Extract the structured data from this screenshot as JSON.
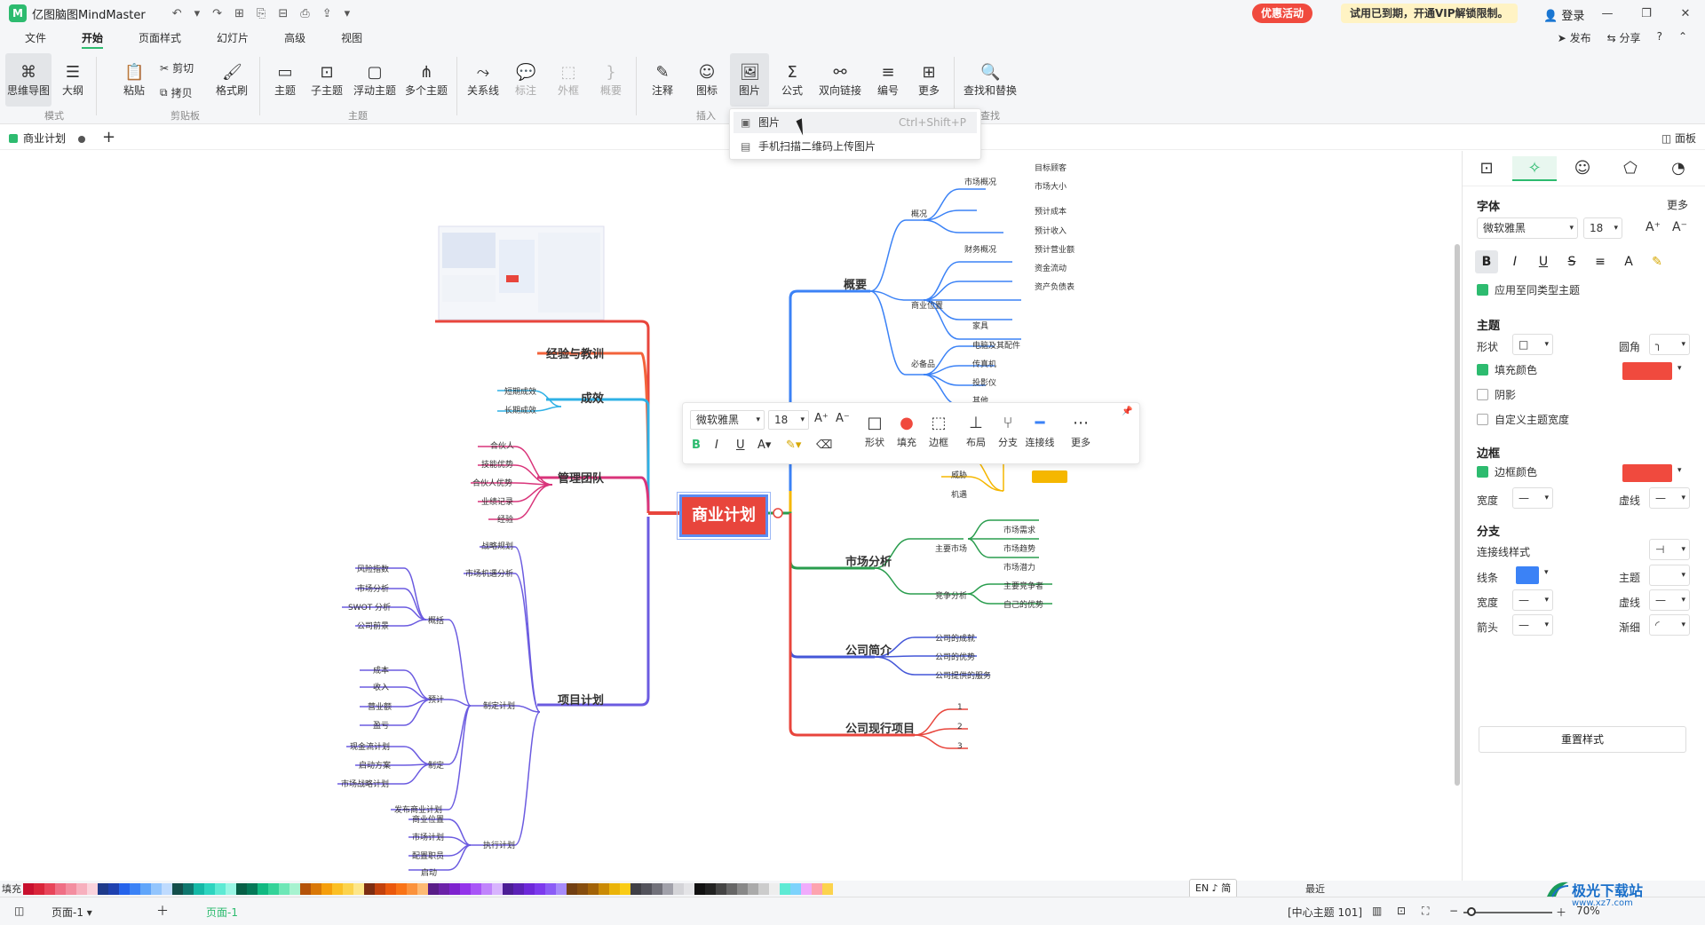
{
  "app": {
    "title": "亿图脑图MindMaster",
    "logo": "M"
  },
  "titlebar": {
    "quick_access": [
      "↶",
      "▾",
      "↷",
      "⊞",
      "⎘",
      "⊟",
      "⎙",
      "⇪",
      "▾"
    ],
    "promo": "优惠活动",
    "vip": "试用已到期，开通VIP解锁限制。",
    "login": "登录",
    "window_controls": [
      "—",
      "❐",
      "✕"
    ]
  },
  "menu": {
    "items": [
      "文件",
      "开始",
      "页面样式",
      "幻灯片",
      "高级",
      "视图"
    ],
    "active": "开始",
    "right": {
      "publish": "发布",
      "share": "分享",
      "help": "?"
    }
  },
  "ribbon": {
    "mode": {
      "mindmap": "思维导图",
      "outline": "大纲",
      "group": "模式"
    },
    "clipboard": {
      "paste": "粘贴",
      "cut": "剪切",
      "copy": "拷贝",
      "format_painter": "格式刷",
      "group": "剪贴板"
    },
    "topic": {
      "topic": "主题",
      "subtopic": "子主题",
      "floating": "浮动主题",
      "multiple": "多个主题",
      "group": "主题"
    },
    "insert": {
      "relation": "关系线",
      "mark": "标注",
      "frame": "外框",
      "summary": "概要",
      "note": "注释",
      "icon": "图标",
      "image": "图片",
      "formula": "公式",
      "bilink": "双向链接",
      "numbering": "编号",
      "more": "更多",
      "group": "插入"
    },
    "find": {
      "find_replace": "查找和替换",
      "group": "查找"
    }
  },
  "image_dropdown": {
    "items": [
      {
        "label": "图片",
        "shortcut": "Ctrl+Shift+P"
      },
      {
        "label": "手机扫描二维码上传图片",
        "shortcut": ""
      }
    ]
  },
  "tabs": {
    "doc": "商业计划",
    "add": "+",
    "panel": "面板"
  },
  "floating_toolbar": {
    "font": "微软雅黑",
    "size": "18",
    "shape": "形状",
    "fill": "填充",
    "border": "边框",
    "layout": "布局",
    "branch": "分支",
    "connector": "连接线",
    "more": "更多"
  },
  "right_panel": {
    "font_section": "字体",
    "more": "更多",
    "font": "微软雅黑",
    "size": "18",
    "apply_same": "应用至同类型主题",
    "topic_section": "主题",
    "shape": "形状",
    "corner": "圆角",
    "fill_color": "填充颜色",
    "shadow": "阴影",
    "custom_width": "自定义主题宽度",
    "border_section": "边框",
    "border_color": "边框颜色",
    "width": "宽度",
    "dashed": "虚线",
    "branch_section": "分支",
    "connector_style": "连接线样式",
    "line": "线条",
    "theme": "主题",
    "arrow": "箭头",
    "taper": "渐细",
    "reset": "重置样式",
    "colors": {
      "accent": "#2dbb6f",
      "fill": "#f04a3e",
      "line": "#3b82f6"
    }
  },
  "mindmap": {
    "root": "商业计划",
    "right": {
      "gaiyao": "概要",
      "gaikuang": "概况",
      "shichang_gk": "市场概况",
      "mubiao": "目标顾客",
      "daxiao": "市场大小",
      "caiwu_gk": "财务概况",
      "chengben": "预计成本",
      "shouru": "预计收入",
      "yingye": "预计营业额",
      "zijin": "资金流动",
      "zichan": "资产负债表",
      "shangye_wz": "商业位置",
      "bibeipin": "必备品",
      "jiaju": "家具",
      "diannao": "电脑及其配件",
      "chuanzhen": "传真机",
      "touying": "投影仪",
      "qita": "其他",
      "weixie": "威胁",
      "jiyu": "机遇",
      "shichang_fx": "市场分析",
      "zhuyao_sc": "主要市场",
      "xuqiu": "市场需求",
      "qushi": "市场趋势",
      "qianli": "市场潜力",
      "jingzheng": "竞争分析",
      "duishou": "主要竞争者",
      "youshi": "自己的优势",
      "gongsi_jj": "公司简介",
      "chengjiu": "公司的成就",
      "gs_youshi": "公司的优势",
      "fuwu": "公司提供的服务",
      "xianxing": "公司现行项目",
      "n1": "1",
      "n2": "2",
      "n3": "3"
    },
    "left": {
      "jingyan": "经验与教训",
      "chengxiao": "成效",
      "duanqi": "短期成效",
      "changqi": "长期成效",
      "guanli": "管理团队",
      "hehuoren": "合伙人",
      "jineng": "技能优势",
      "hhr_youshi": "合伙人优势",
      "yeji": "业绩记录",
      "jingyan2": "经验",
      "xiangmu": "项目计划",
      "zhanlue": "战略规划",
      "jihui": "市场机遇分析",
      "gaikuo": "概括",
      "fengxian": "风险指数",
      "sc_fenxi": "市场分析",
      "swot": "SWOT 分析",
      "qianjing": "公司前景",
      "yuji": "预计",
      "cb": "成本",
      "sr": "收入",
      "yye": "营业额",
      "yk": "盈亏",
      "zhiding": "制定",
      "xianjin": "现金流计划",
      "qidong": "启动方案",
      "zlue": "市场战略计划",
      "zhiding_jh": "制定计划",
      "fabu": "发布商业计划",
      "sywz": "商业位置",
      "scjh": "市场计划",
      "peibei": "配置职员",
      "zijin2": "启动",
      "zhixing": "执行计划"
    }
  },
  "palette": {
    "fill_label": "填充",
    "recent": "最近",
    "lang": "EN ♪ 简",
    "colors": [
      "#c8102e",
      "#d9253a",
      "#e8455a",
      "#ef6f85",
      "#f38ea0",
      "#f7b0be",
      "#fad3dc",
      "#1e3a8a",
      "#1e40af",
      "#2563eb",
      "#3b82f6",
      "#60a5fa",
      "#93c5fd",
      "#bfdbfe",
      "#134e4a",
      "#0f766e",
      "#14b8a6",
      "#2dd4bf",
      "#5eead4",
      "#99f6e4",
      "#065f46",
      "#047857",
      "#10b981",
      "#34d399",
      "#6ee7b7",
      "#a7f3d0",
      "#b45309",
      "#d97706",
      "#f59e0b",
      "#fbbf24",
      "#fcd34d",
      "#fde68a",
      "#7c2d12",
      "#c2410c",
      "#ea580c",
      "#f97316",
      "#fb923c",
      "#fdba74",
      "#581c87",
      "#6b21a8",
      "#7e22ce",
      "#9333ea",
      "#a855f7",
      "#c084fc",
      "#d8b4fe",
      "#4c1d95",
      "#5b21b6",
      "#6d28d9",
      "#7c3aed",
      "#8b5cf6",
      "#a78bfa",
      "#713f12",
      "#854d0e",
      "#a16207",
      "#ca8a04",
      "#eab308",
      "#facc15",
      "#3f3f46",
      "#52525b",
      "#71717a",
      "#a1a1aa",
      "#d4d4d8",
      "#e4e4e7",
      "#111111",
      "#222222",
      "#444444",
      "#666666",
      "#888888",
      "#aaaaaa",
      "#cccccc",
      "#eeeeee",
      "#5eead4",
      "#7dd3fc",
      "#f0abfc",
      "#fda4af",
      "#fcd34d"
    ]
  },
  "status": {
    "page_select": "页面-1",
    "page_tab": "页面-1",
    "center": "[中心主题 101]",
    "zoom": "70%"
  },
  "watermark": {
    "title": "极光下载站",
    "url": "www.xz7.com"
  }
}
